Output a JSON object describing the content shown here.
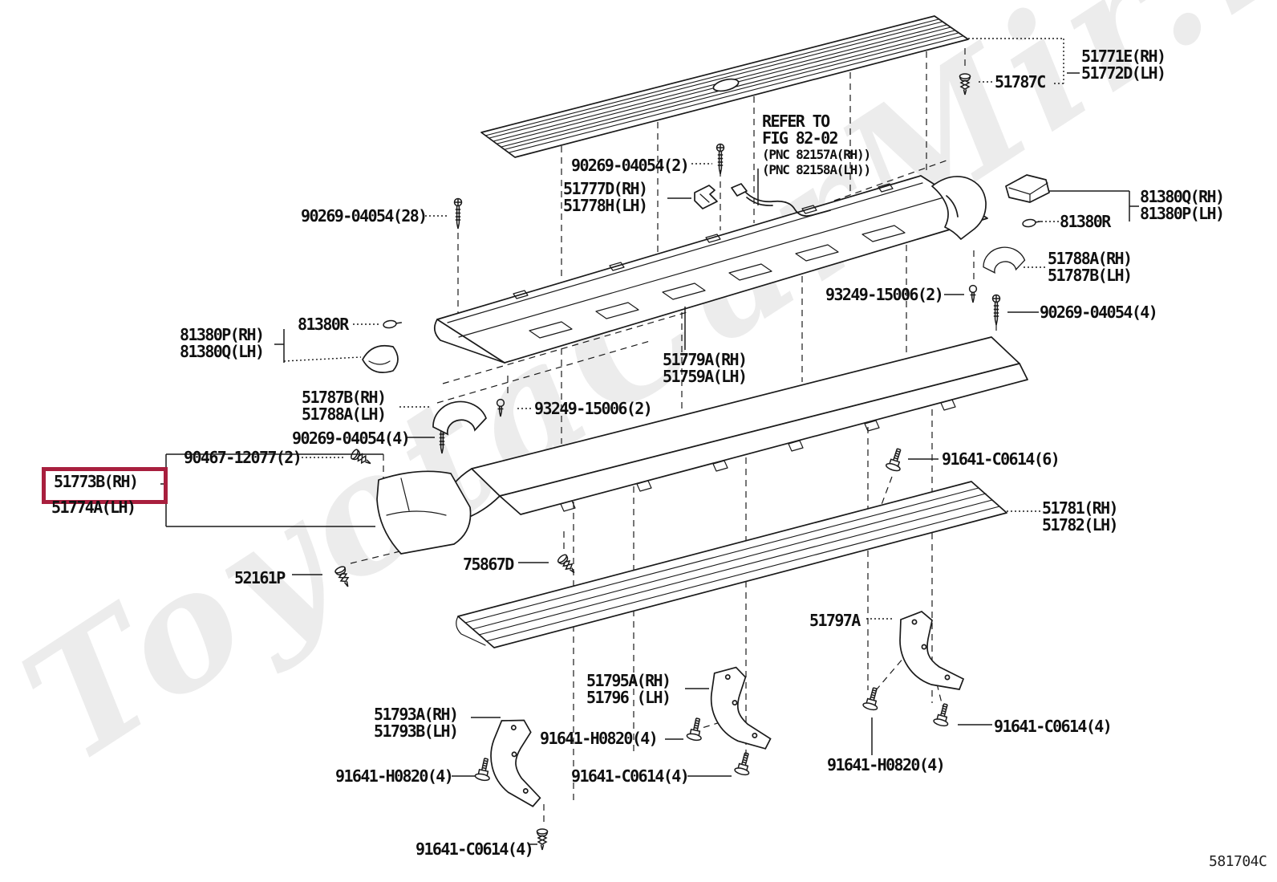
{
  "diagram": {
    "watermark": "ToyotaCarMir.ru",
    "code": "581704C",
    "highlight_color": "#A81F3E",
    "note": {
      "line1": "REFER TO",
      "line2": "FIG 82-02",
      "line3": "(PNC 82157A(RH))",
      "line4": "(PNC 82158A(LH))"
    }
  },
  "labels": {
    "scuff_plate": {
      "line1": "51771E(RH)",
      "line2": "51772D(LH)"
    },
    "clip_51787c": {
      "text": "51787C"
    },
    "screw_x2": {
      "text": "90269-04054(2)"
    },
    "bracket_51777": {
      "line1": "51777D(RH)",
      "line2": "51778H(LH)"
    },
    "screw_x28": {
      "text": "90269-04054(28)"
    },
    "lamp_right": {
      "line1": "81380Q(RH)",
      "line2": "81380P(LH)"
    },
    "bulb_right": {
      "text": "81380R"
    },
    "retainer_right": {
      "line1": "51788A(RH)",
      "line2": "51787B(LH)"
    },
    "screw_x4_right": {
      "text": "90269-04054(4)"
    },
    "pin_right": {
      "text": "93249-15006(2)"
    },
    "lamp_left": {
      "line1": "81380P(RH)",
      "line2": "81380Q(LH)"
    },
    "bulb_left": {
      "text": "81380R"
    },
    "board_upper": {
      "line1": "51779A(RH)",
      "line2": "51759A(LH)"
    },
    "retainer_left": {
      "line1": "51787B(RH)",
      "line2": "51788A(LH)"
    },
    "pin_left": {
      "text": "93249-15006(2)"
    },
    "screw_x4_left": {
      "text": "90269-04054(4)"
    },
    "clip_90467": {
      "text": "90467-12077(2)"
    },
    "mudguard": {
      "line1": "51773B(RH)",
      "line2": "51774A(LH)"
    },
    "bolt_c0614_x6": {
      "text": "91641-C0614(6)"
    },
    "board_lower": {
      "line1": "51781(RH)",
      "line2": "51782(LH)"
    },
    "clip_52161p": {
      "text": "52161P"
    },
    "clip_75867d": {
      "text": "75867D"
    },
    "bracket_51797a": {
      "text": "51797A"
    },
    "bracket_51795": {
      "line1": "51795A(RH)",
      "line2": "51796 (LH)"
    },
    "bracket_51793": {
      "line1": "51793A(RH)",
      "line2": "51793B(LH)"
    },
    "bolt_h0820_mid": {
      "text": "91641-H0820(4)"
    },
    "bolt_h0820_left": {
      "text": "91641-H0820(4)"
    },
    "bolt_c0614_mid": {
      "text": "91641-C0614(4)"
    },
    "bolt_h0820_right": {
      "text": "91641-H0820(4)"
    },
    "bolt_c0614_right": {
      "text": "91641-C0614(4)"
    },
    "bolt_c0614_bottom": {
      "text": "91641-C0614(4)"
    }
  }
}
